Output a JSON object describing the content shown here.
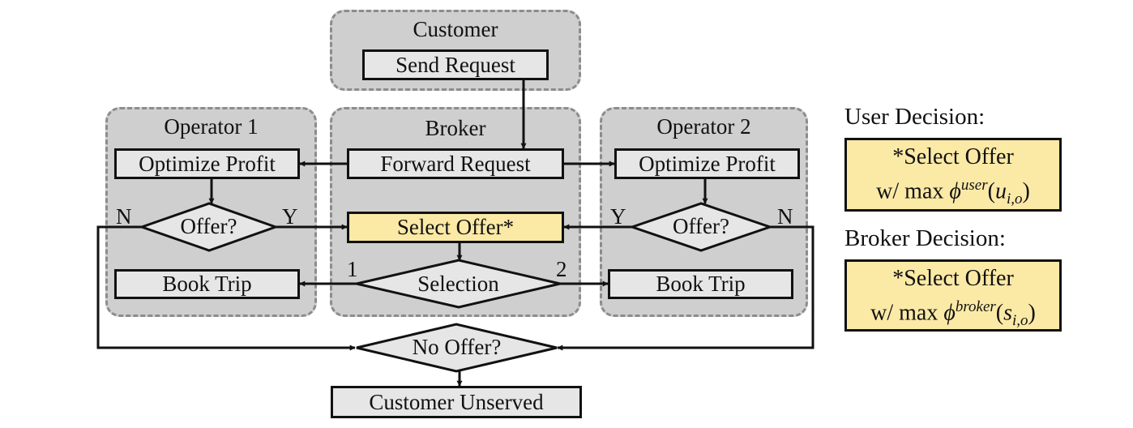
{
  "groups": {
    "customer": "Customer",
    "operator1": "Operator 1",
    "broker": "Broker",
    "operator2": "Operator 2"
  },
  "nodes": {
    "send_request": "Send Request",
    "forward_request": "Forward Request",
    "optimize_profit_1": "Optimize Profit",
    "optimize_profit_2": "Optimize Profit",
    "offer_1": "Offer?",
    "offer_2": "Offer?",
    "select_offer": "Select Offer*",
    "selection": "Selection",
    "book_trip_1": "Book Trip",
    "book_trip_2": "Book Trip",
    "no_offer": "No Offer?",
    "customer_unserved": "Customer Unserved"
  },
  "edge_labels": {
    "op1_no": "N",
    "op1_yes": "Y",
    "op2_yes": "Y",
    "op2_no": "N",
    "selection_1": "1",
    "selection_2": "2"
  },
  "user_decision": {
    "heading": "User Decision:",
    "line1": "*Select Offer",
    "prefix": "w/ max ",
    "phi": "ϕ",
    "superscript": "user",
    "arg": "u",
    "sub": "i,o"
  },
  "broker_decision": {
    "heading": "Broker Decision:",
    "line1": "*Select Offer",
    "prefix": "w/ max ",
    "phi": "ϕ",
    "superscript": "broker",
    "arg": "s",
    "sub": "i,o"
  },
  "colors": {
    "group_fill": "#cfcfcf",
    "group_border": "#8c8c8c",
    "node_fill": "#e6e6e6",
    "highlight_fill": "#fbe9a6",
    "line": "#111111"
  }
}
